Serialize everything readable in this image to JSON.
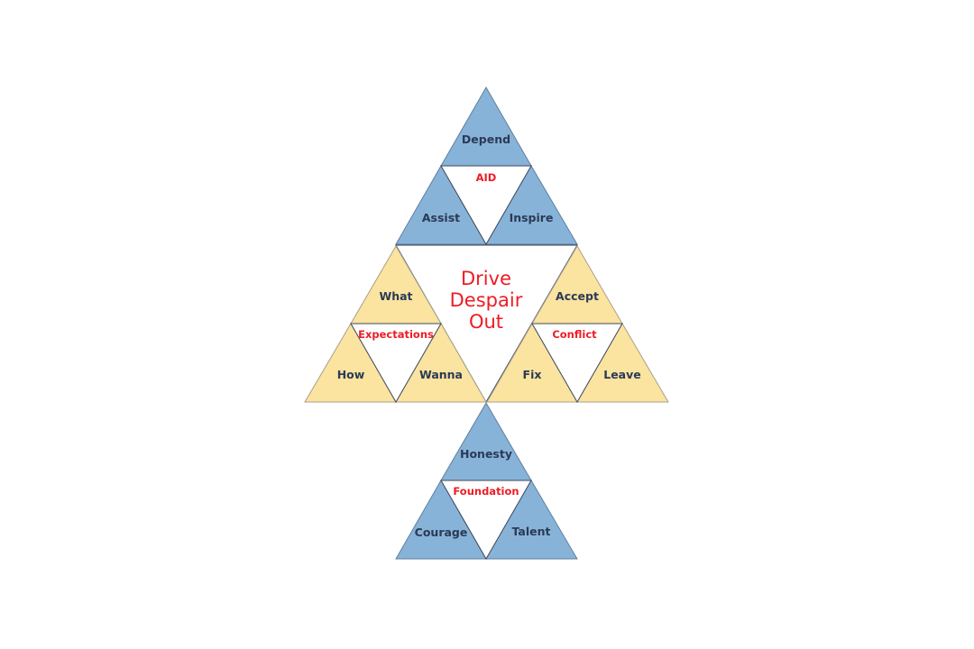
{
  "diagram": {
    "title": "Drive Despair Out",
    "center": {
      "lines": [
        "Drive",
        "Despair",
        "Out"
      ]
    },
    "blocks": {
      "top": {
        "center_label": "AID",
        "color": "#88b3d8",
        "corners": {
          "top": "Depend",
          "left": "Assist",
          "right": "Inspire"
        }
      },
      "left": {
        "center_label": "Expectations",
        "color": "#fbe3a0",
        "corners": {
          "top": "What",
          "left": "How",
          "right": "Wanna"
        }
      },
      "right": {
        "center_label": "Conflict",
        "color": "#fbe3a0",
        "corners": {
          "top": "Accept",
          "left": "Fix",
          "right": "Leave"
        }
      },
      "bottom": {
        "center_label": "Foundation",
        "color": "#88b3d8",
        "corners": {
          "top": "Honesty",
          "left": "Courage",
          "right": "Talent"
        }
      }
    },
    "colors": {
      "blue": "#88b3d8",
      "yellow": "#fbe3a0",
      "label_text": "#2b3a55",
      "accent_red": "#ee1c25"
    }
  }
}
